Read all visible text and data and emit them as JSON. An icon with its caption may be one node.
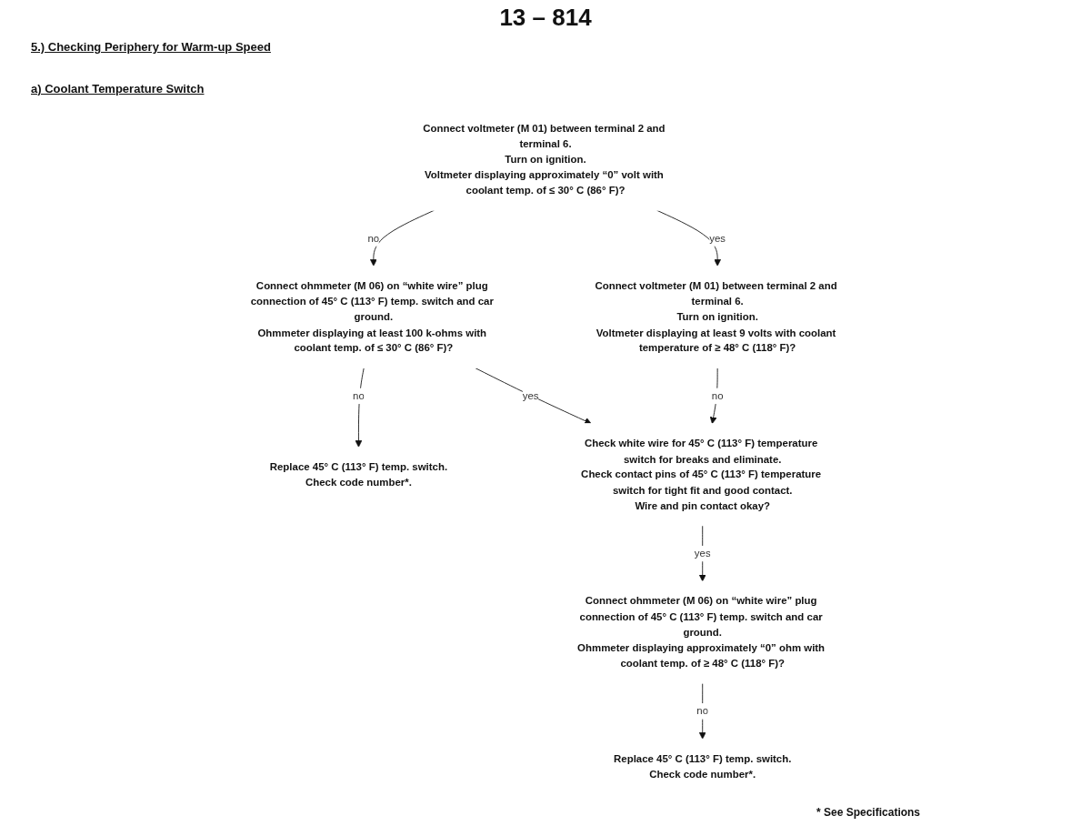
{
  "diagram": {
    "title": "5.) Checking Periphery for Warm-up Speed",
    "caption": "* See Specifications",
    "labels": [
      "13 – 814",
      "a) Coolant Temperature Switch"
    ],
    "nodes": [
      {
        "text": [
          "Connect voltmeter (M 01) between terminal 2 and terminal 6.",
          "Turn on ignition.",
          "Voltmeter displaying approximately “0” volt with coolant temp. of ≤ 30° C (86° F)?"
        ]
      },
      {
        "text": [
          "Connect ohmmeter (M 06) on “white wire” plug connection of 45° C (113° F) temp. switch and car ground.",
          "Ohmmeter displaying at least 100 k-ohms with coolant temp. of ≤ 30° C (86° F)?"
        ]
      },
      {
        "text": [
          "Replace 45° C (113° F) temp. switch.",
          "Check code number*."
        ]
      },
      {
        "text": [
          "Connect voltmeter (M 01) between terminal 2 and terminal 6.",
          "Turn on ignition.",
          "Voltmeter displaying at least 9 volts with coolant temperature of ≥ 48° C (118° F)?"
        ]
      },
      {
        "text": [
          "Check white wire for 45° C (113° F) temperature switch for breaks and eliminate.",
          "Check contact pins of 45° C (113° F) temperature switch for tight fit and good contact.",
          "Wire and pin contact okay?"
        ]
      },
      {
        "text": [
          "Connect ohmmeter (M 06) on “white wire” plug connection of 45° C (113° F) temp. switch and car ground.",
          "Ohmmeter displaying approximately “0” ohm with coolant temp. of ≥ 48° C (118° F)?"
        ]
      },
      {
        "text": [
          "Replace 45° C (113° F) temp. switch.",
          "Check code number*."
        ]
      }
    ],
    "edges": [
      {
        "from": 0,
        "to": 1,
        "arrow": "to",
        "label": "no"
      },
      {
        "from": 1,
        "to": 2,
        "arrow": "to",
        "label": "no"
      },
      {
        "from": 0,
        "to": 3,
        "arrow": "to",
        "label": "yes"
      },
      {
        "from": 1,
        "to": 4,
        "arrow": "to",
        "label": "yes"
      },
      {
        "from": 3,
        "to": 4,
        "arrow": "to",
        "label": "no"
      },
      {
        "from": 4,
        "to": 5,
        "arrow": "to",
        "label": "yes"
      },
      {
        "from": 5,
        "to": 6,
        "arrow": "to",
        "label": "no"
      }
    ]
  }
}
